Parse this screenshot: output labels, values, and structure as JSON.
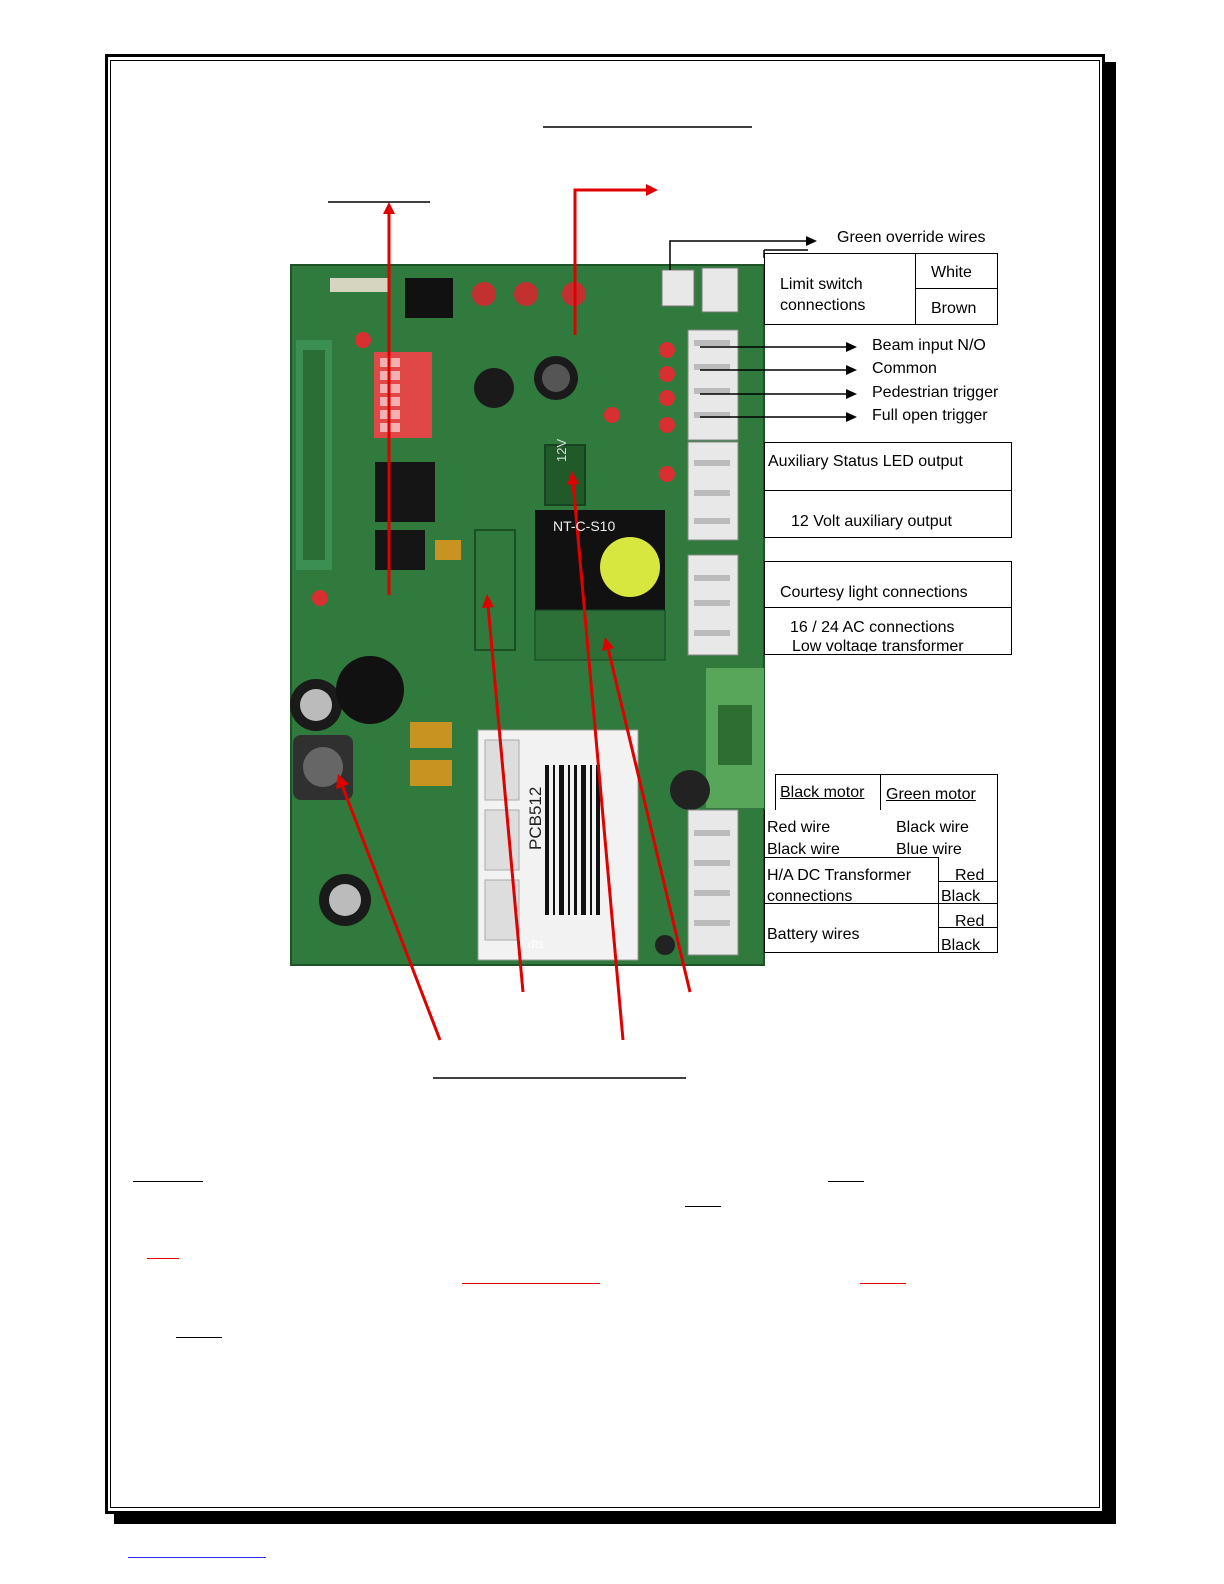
{
  "labels": {
    "green_override": "Green override wires",
    "limit_switch": [
      "Limit switch",
      "connections"
    ],
    "white": "White",
    "brown": "Brown",
    "beam_input": "Beam input N/O",
    "common": "Common",
    "pedestrian": "Pedestrian trigger",
    "full_open": "Full open trigger",
    "aux_status": "Auxiliary Status LED output",
    "aux_12v": "12 Volt auxiliary output",
    "courtesy": "Courtesy light connections",
    "ac_conn": "16 / 24  AC connections",
    "low_voltage": "Low voltage transformer",
    "black_motor": "Black motor",
    "green_motor": "Green motor",
    "red_wire": "Red wire",
    "black_wire": "Black wire",
    "black_wire_r": "Black wire",
    "blue_wire": "Blue wire",
    "ha_dc": "H/A DC Transformer",
    "connections": "connections",
    "red1": "Red",
    "black1": "Black",
    "battery": "Battery wires",
    "red2": "Red",
    "black2": "Black"
  },
  "board": {
    "chip_label": "PCB512",
    "module_label": "NT-C-S10",
    "volt_label": "12V",
    "brand_label": "dts"
  },
  "colors": {
    "pcb": "#2f7a3c",
    "arrow_red": "#e00000",
    "dip_red": "#e04848",
    "terminal": "#e8e8e8",
    "yellow": "#d8e640"
  }
}
